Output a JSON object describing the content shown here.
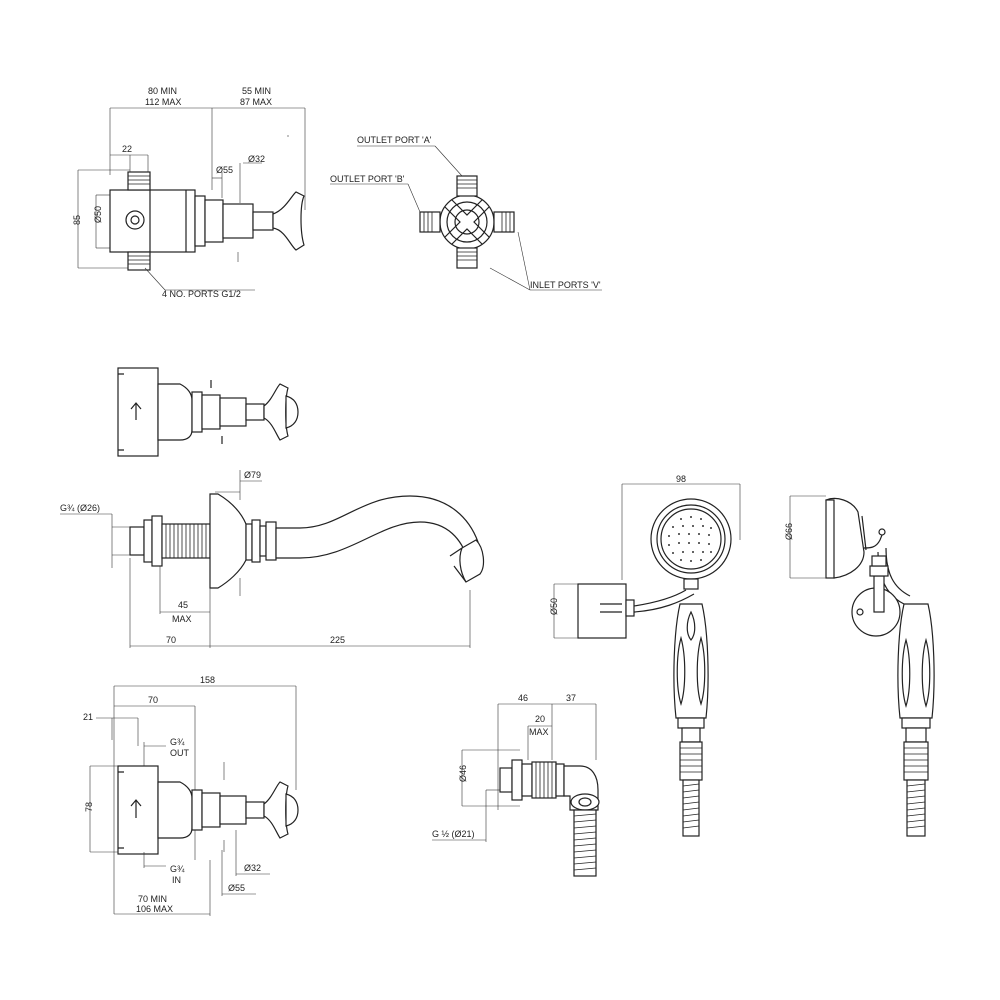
{
  "view1": {
    "dim_80_min": "80 MIN",
    "dim_112_max": "112 MAX",
    "dim_55_min": "55 MIN",
    "dim_87_max": "87 MAX",
    "dim_22": "22",
    "dim_d55": "Ø55",
    "dim_d32": "Ø32",
    "dim_85": "85",
    "dim_d50": "Ø50",
    "ports_note": "4 NO. PORTS G1/2"
  },
  "view2": {
    "outlet_a": "OUTLET PORT 'A'",
    "outlet_b": "OUTLET PORT 'B'",
    "inlet_v": "INLET PORTS 'V'"
  },
  "spout": {
    "dim_d79": "Ø79",
    "dim_g34": "G¾ (Ø26)",
    "dim_45": "45",
    "dim_max": "MAX",
    "dim_70": "70",
    "dim_225": "225"
  },
  "handshower": {
    "dim_98": "98",
    "dim_d50": "Ø50",
    "dim_d66": "Ø66"
  },
  "elbow": {
    "dim_46": "46",
    "dim_37": "37",
    "dim_20": "20",
    "dim_max": "MAX",
    "dim_d46": "Ø46",
    "dim_g12": "G ½ (Ø21)"
  },
  "valve_bottom": {
    "dim_158": "158",
    "dim_70": "70",
    "dim_21": "21",
    "g34_out_1": "G¾",
    "g34_out_2": "OUT",
    "dim_78": "78",
    "g34_in_1": "G¾",
    "g34_in_2": "IN",
    "dim_d32": "Ø32",
    "dim_d55": "Ø55",
    "dim_70_min": "70 MIN",
    "dim_106_max": "106 MAX"
  }
}
